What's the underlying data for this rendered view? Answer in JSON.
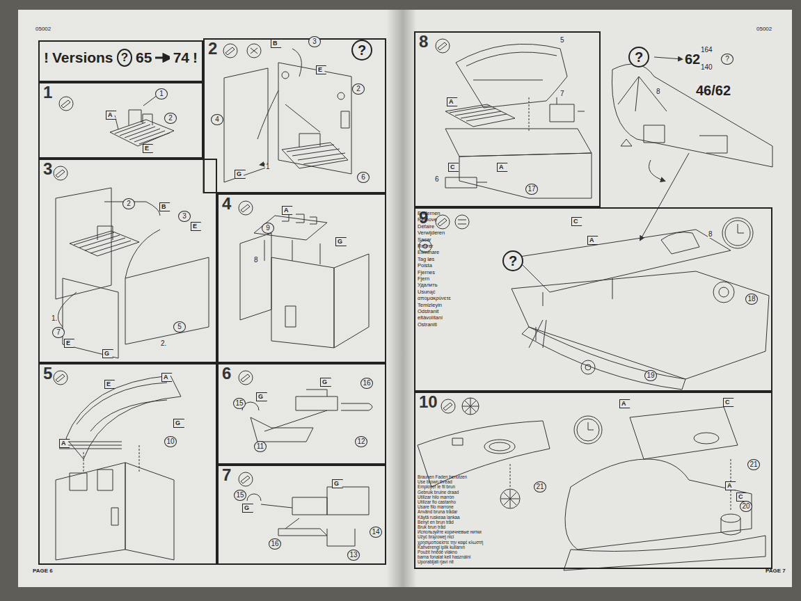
{
  "diagram": {
    "nodes": [
      {
        "text": [
          "!",
          "Versions",
          "?",
          "65",
          "74",
          "!"
        ]
      },
      {
        "text": [
          "1"
        ]
      },
      {
        "text": [
          "2"
        ]
      },
      {
        "text": [
          "3"
        ]
      },
      {
        "text": [
          "4"
        ]
      },
      {
        "text": [
          "5"
        ]
      },
      {
        "text": [
          "6"
        ]
      },
      {
        "text": [
          "7"
        ]
      },
      {
        "text": [
          "8"
        ]
      },
      {
        "text": [
          "9"
        ]
      },
      {
        "text": [
          "10"
        ]
      }
    ],
    "labels": [
      "05002",
      "05002",
      "1",
      "2",
      "A",
      "E",
      "B",
      "3",
      "E",
      "2",
      "4",
      "G",
      "1",
      "6",
      "?",
      "2",
      "B",
      "3",
      "E",
      "1.",
      "7",
      "E",
      "G",
      "5",
      "2.",
      "A",
      "G",
      "9",
      "8",
      "E",
      "A",
      "G",
      "A",
      "10",
      "G",
      "16",
      "15",
      "G",
      "11",
      "12",
      "G",
      "15",
      "G",
      "14",
      "13",
      "16",
      "PAGE 6",
      "5",
      "A",
      "7",
      "C",
      "A",
      "6",
      "17",
      "?",
      "62",
      "164",
      "140",
      "?",
      "8",
      "46/62",
      "Entfernen",
      "Remove",
      "Défaire",
      "Verwijderen",
      "Sacar",
      "Retirer",
      "Eliminare",
      "Tag løs",
      "Poista",
      "Fjernes",
      "Fjern",
      "Удалить",
      "Usunąć",
      "απομακρύνετε",
      "Temizleyin",
      "Odstranit",
      "eltávolítani",
      "Ostraniti",
      "?",
      "C",
      "A",
      "8",
      "18",
      "19",
      "A",
      "C",
      "21",
      "A",
      "C",
      "20",
      "21",
      "Braunen Faden benutzen",
      "Use brown thread",
      "Employer le fil brun",
      "Gebruik bruine draad",
      "Utilizar hilo marrón",
      "Utilizar fio castanho",
      "Usare filo marrone",
      "Använd bruna trådar",
      "Käytä ruskeaa lankaa",
      "Benyt en brun tråd",
      "Bruk brun tråd",
      "Используйте коричневые нитки",
      "Użyć brązowej nici",
      "χρησιμοποιείστε την καφέ κλωστή",
      "Kahverengi iplik kullanın",
      "Použít hnědé vlákno",
      "barna fonalat kell használni",
      "Uporabljati rjavi nit",
      "PAGE 7"
    ]
  }
}
